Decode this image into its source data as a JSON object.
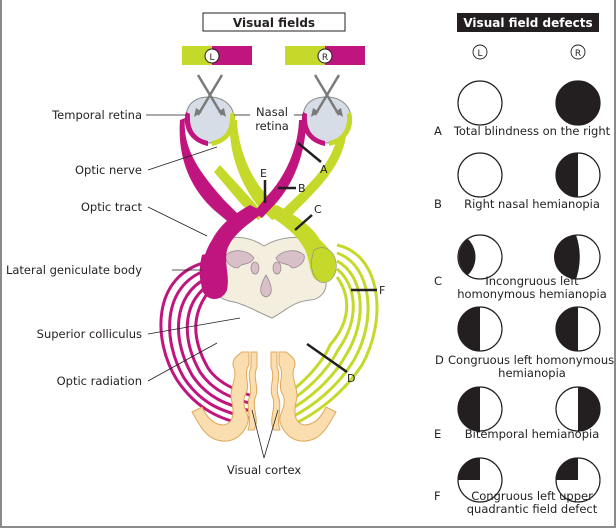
{
  "colors": {
    "magenta": "#c0157f",
    "lime": "#c5d92b",
    "cortex": "#fbdeb0",
    "cortex_stroke": "#e0a85a",
    "midbrain": "#f4eedf",
    "midbrain_shade": "#d8bfc8",
    "eye": "#d7dde6",
    "lesion": "#231f20",
    "frame": "#8a8a8a"
  },
  "diagram": {
    "title": "Visual fields",
    "field_markers": {
      "left": "L",
      "right": "R"
    },
    "labels": {
      "temporal_retina": "Temporal retina",
      "nasal_retina_line1": "Nasal",
      "nasal_retina_line2": "retina",
      "optic_nerve": "Optic nerve",
      "optic_tract": "Optic tract",
      "lateral_geniculate_body": "Lateral geniculate body",
      "superior_colliculus": "Superior colliculus",
      "optic_radiation": "Optic radiation",
      "visual_cortex": "Visual cortex"
    },
    "lesion_letters": {
      "A": "A",
      "B": "B",
      "C": "C",
      "D": "D",
      "E": "E",
      "F": "F"
    }
  },
  "defects": {
    "title": "Visual field defects",
    "eye_labels": {
      "left": "L",
      "right": "R"
    },
    "items": [
      {
        "letter": "A",
        "lines": [
          "Total blindness on the right"
        ],
        "left": "none",
        "right": "full"
      },
      {
        "letter": "B",
        "lines": [
          "Right nasal hemianopia"
        ],
        "left": "none",
        "right": "left-half"
      },
      {
        "letter": "C",
        "lines": [
          "Incongruous left",
          "homonymous hemianopia"
        ],
        "left": "left-crescent",
        "right": "left-half-bulge"
      },
      {
        "letter": "D",
        "lines": [
          "Congruous left homonymous",
          "hemianopia"
        ],
        "left": "left-half",
        "right": "left-half"
      },
      {
        "letter": "E",
        "lines": [
          "Bitemporal hemianopia"
        ],
        "left": "left-half",
        "right": "right-half"
      },
      {
        "letter": "F",
        "lines": [
          "Congruous left upper",
          "quadrantic field defect"
        ],
        "left": "upper-left-quadrant",
        "right": "upper-left-quadrant"
      }
    ]
  }
}
